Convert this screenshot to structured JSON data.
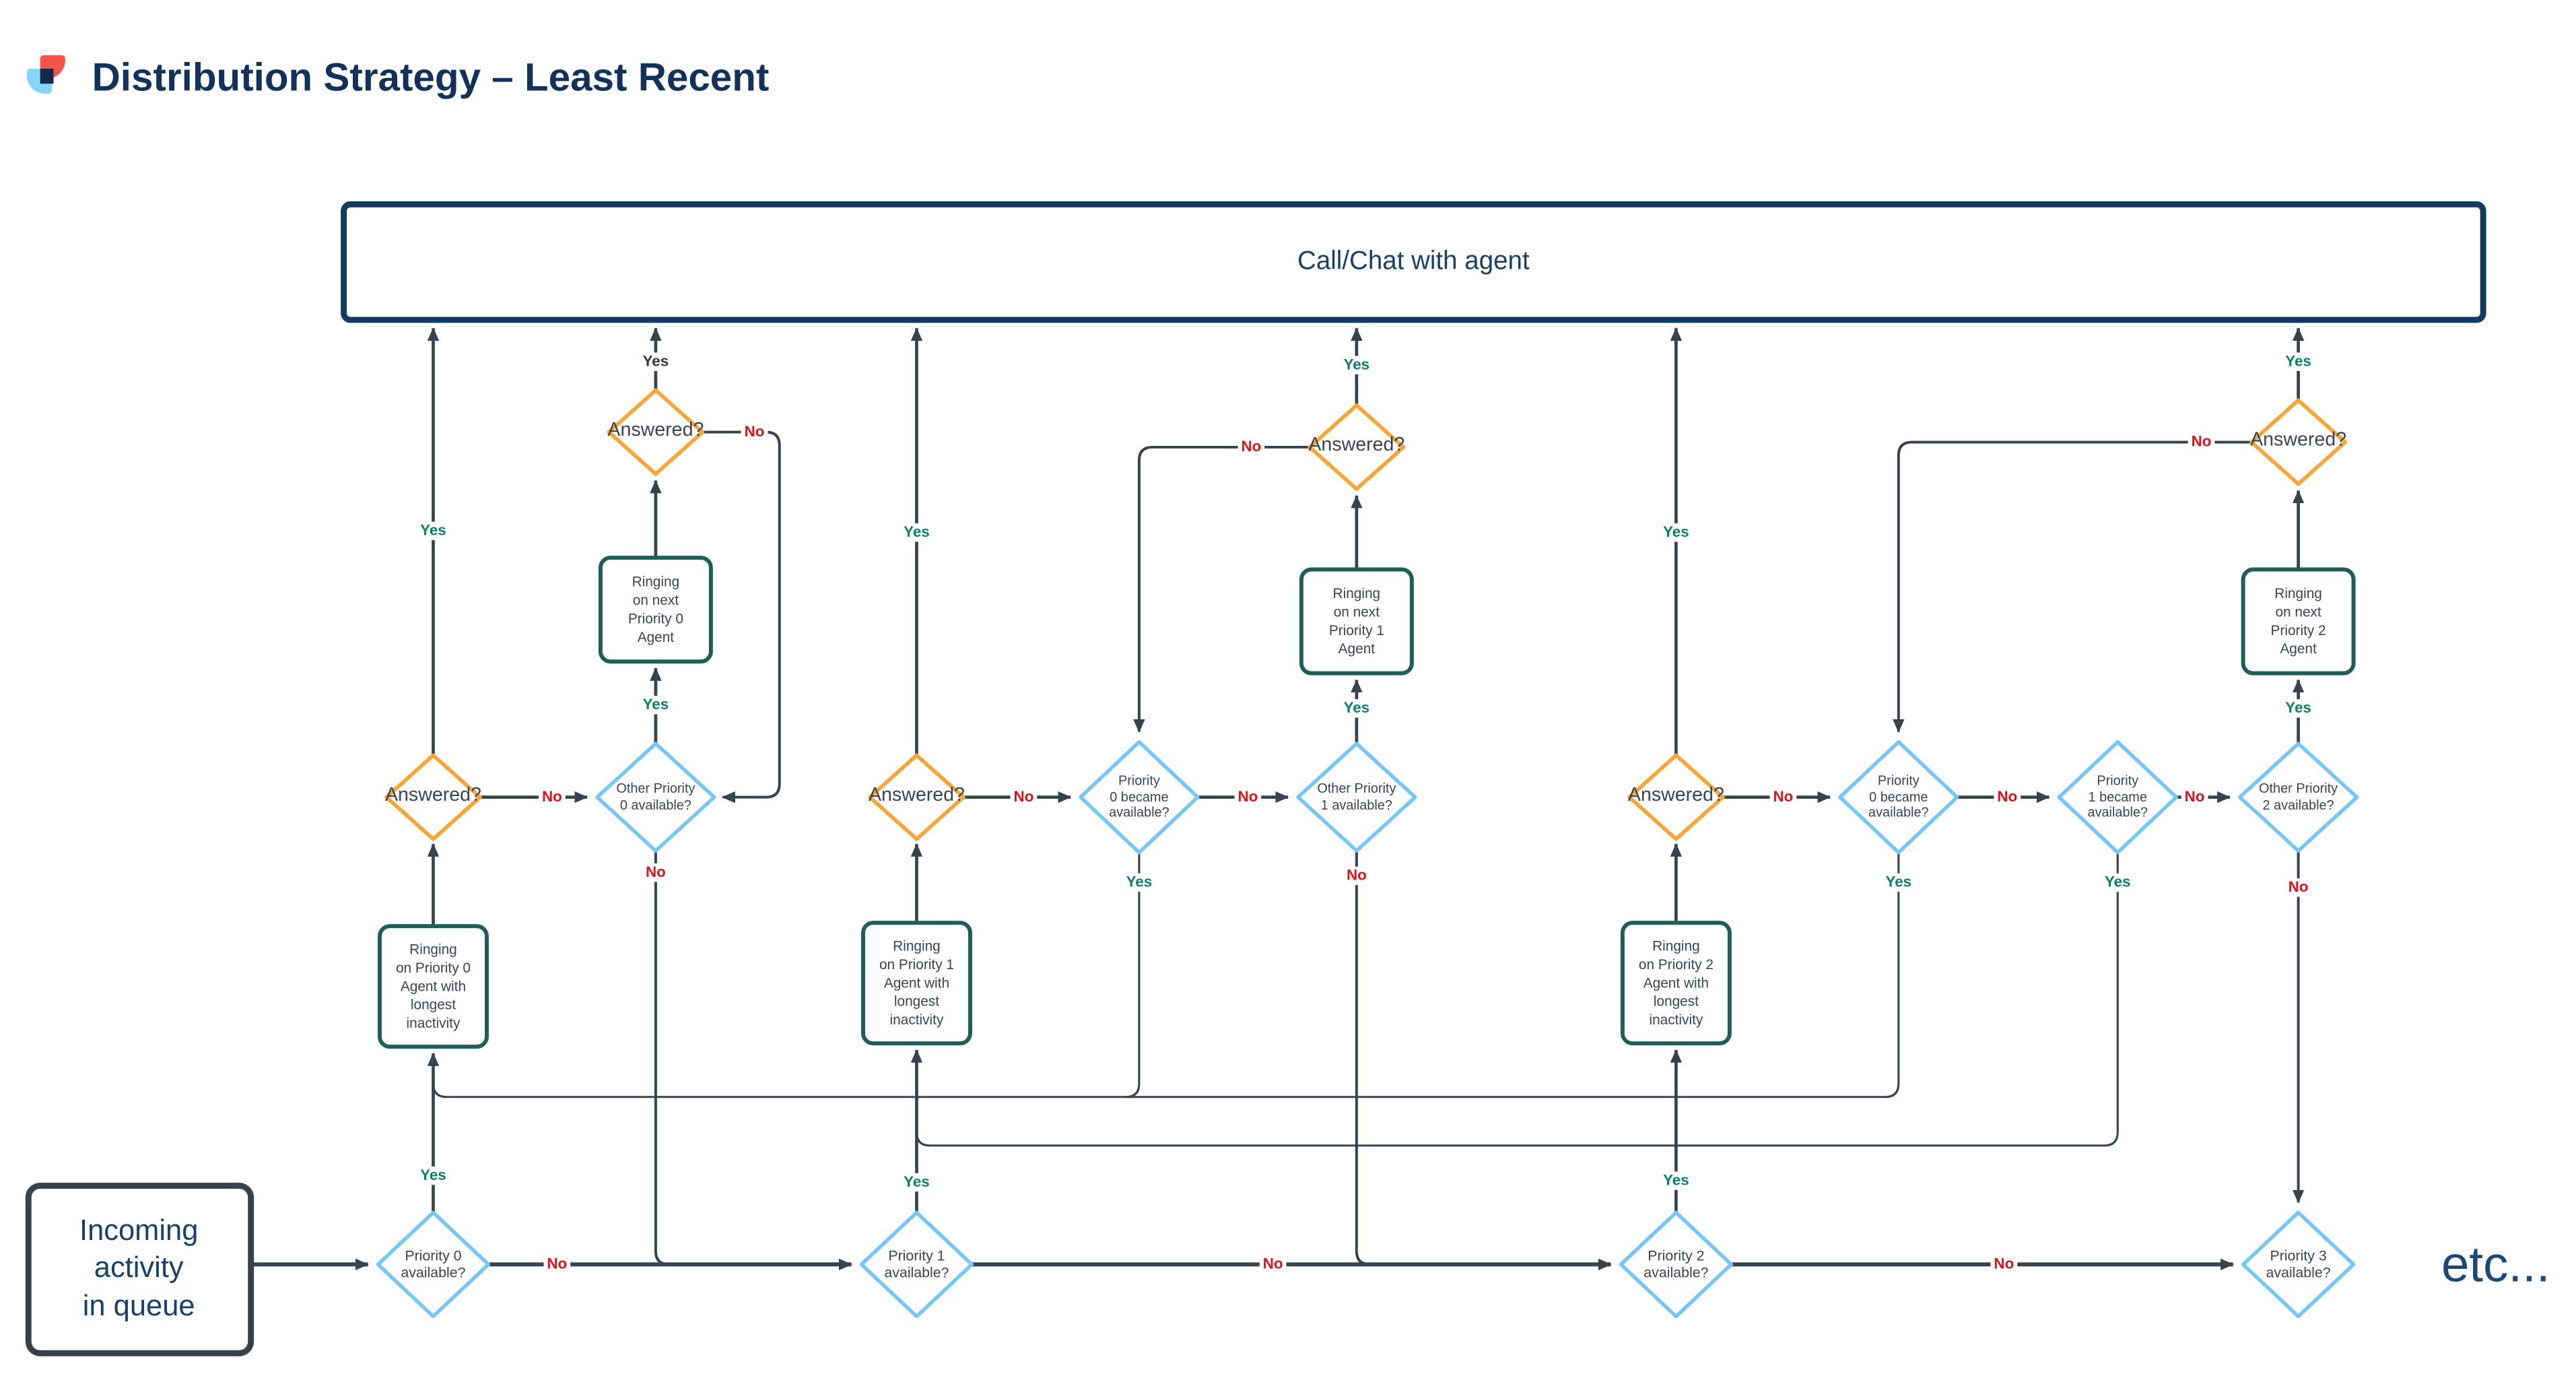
{
  "header": {
    "title": "Distribution Strategy – Least Recent"
  },
  "canvas": {
    "call_chat_label": "Call/Chat with agent",
    "incoming_label": "Incoming\nactivity\nin queue",
    "etc_label": "etc..."
  },
  "labels": {
    "yes": "Yes",
    "no": "No"
  },
  "nodes": {
    "answered": "Answered?",
    "priority0_available": "Priority 0\navailable?",
    "priority1_available": "Priority 1\navailable?",
    "priority2_available": "Priority 2\navailable?",
    "priority3_available": "Priority 3\navailable?",
    "other_priority0_available": "Other Priority\n0 available?",
    "other_priority1_available": "Other Priority\n1 available?",
    "other_priority2_available": "Other Priority\n2 available?",
    "priority0_became_available": "Priority\n0 became\navailable?",
    "priority1_became_available": "Priority\n1 became\navailable?",
    "ringing_next_p0": "Ringing\non next\nPriority 0\nAgent",
    "ringing_next_p1": "Ringing\non next\nPriority 1\nAgent",
    "ringing_next_p2": "Ringing\non next\nPriority 2\nAgent",
    "ringing_longest_p0": "Ringing\non Priority 0\nAgent with\nlongest\ninactivity",
    "ringing_longest_p1": "Ringing\non Priority 1\nAgent with\nlongest\ninactivity",
    "ringing_longest_p2": "Ringing\non Priority 2\nAgent with\nlongest\ninactivity"
  },
  "colors": {
    "title": "#13325B",
    "line": "#39434F",
    "yes": "#0B8068",
    "yes_dark": "#2E3A46",
    "no": "#E01219",
    "orange": "#F7A738",
    "blue": "#76C7F5",
    "teal": "#1D5F58",
    "navy_box": "#123A63",
    "navy_text": "#17406B",
    "incoming_border": "#37414D",
    "node_text": "#3A4450",
    "etc_text": "#1B4A74",
    "logo_red": "#F4564A",
    "logo_blue": "#7ED0F5",
    "logo_navy": "#132A4A"
  }
}
